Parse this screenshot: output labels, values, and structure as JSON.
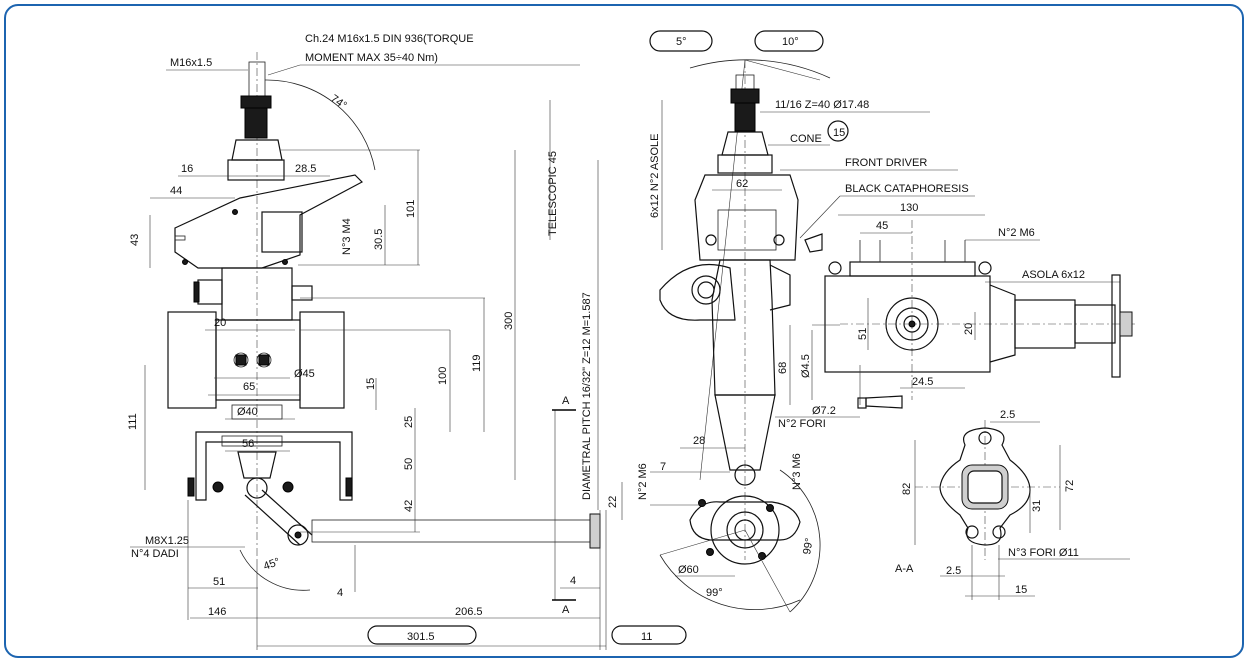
{
  "border_color": "#1c64b0",
  "left_view": {
    "thread_top": "M16x1.5",
    "nut_note_line1": "Ch.24 M16x1.5 DIN 936(TORQUE",
    "nut_note_line2": "MOMENT MAX 35÷40 Nm)",
    "angle_74": "74°",
    "d16": "16",
    "d28_5": "28.5",
    "d44": "44",
    "d43": "43",
    "d101": "101",
    "d30_5": "30.5",
    "n3m4": "N°3 M4",
    "telescopic": "TELESCOPIC 45",
    "d300": "300",
    "d20": "20",
    "d119": "119",
    "d100": "100",
    "d45dia": "Ø45",
    "d65": "65",
    "d15": "15",
    "d40dia": "Ø40",
    "d25": "25",
    "d111": "111",
    "d56": "56",
    "d50": "50",
    "d42": "42",
    "m8": "M8X1.25",
    "dadi": "N°4 DADI",
    "angle_45": "45°",
    "d51": "51",
    "d4a": "4",
    "d4b": "4",
    "d146": "146",
    "d206_5": "206.5",
    "d301_5": "301.5",
    "d11": "11",
    "section_a_top": "A",
    "section_a_bottom": "A",
    "pitch": "DIAMETRAL PITCH 16/32\" Z=12 M=1.587",
    "d22": "22",
    "d7": "7"
  },
  "middle_view": {
    "angle_5": "5°",
    "angle_10": "10°",
    "spline": "11/16 Z=40 Ø17.48",
    "cone": "CONE",
    "cone_num": "15",
    "asole": "6x12 N°2 ASOLE",
    "d62": "62",
    "front_driver": "FRONT DRIVER",
    "black_cat": "BLACK CATAPHORESIS",
    "d28": "28",
    "n2m6": "N°2 M6",
    "n3m6": "N°3 M6",
    "d60dia": "Ø60",
    "angle_99a": "99°",
    "angle_99b": "99°"
  },
  "right_view": {
    "d130": "130",
    "d45": "45",
    "n2m6": "N°2 M6",
    "asola": "ASOLA 6x12",
    "d51": "51",
    "d20": "20",
    "d68": "68",
    "d4_5": "Ø4.5",
    "d24_5": "24.5",
    "d7_2": "Ø7.2",
    "n2fori": "N°2 FORI"
  },
  "section_view": {
    "d2_5a": "2.5",
    "d82": "82",
    "d72": "72",
    "d31": "31",
    "n3fori": "N°3 FORI Ø11",
    "label": "A-A",
    "d2_5b": "2.5",
    "d15": "15"
  }
}
